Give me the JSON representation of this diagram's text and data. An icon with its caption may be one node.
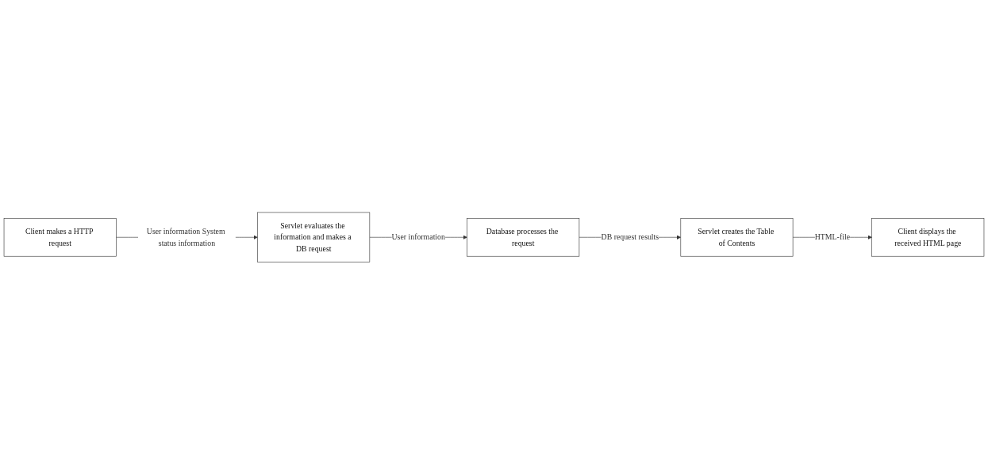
{
  "diagram": {
    "nodes": [
      {
        "text": [
          "Client makes a HTTP request"
        ]
      },
      {
        "text": [
          "Servlet evaluates the information and makes a DB request"
        ]
      },
      {
        "text": [
          "Database processes the request"
        ]
      },
      {
        "text": [
          "Servlet creates the Table of Contents"
        ]
      },
      {
        "text": [
          "Client displays the received HTML page"
        ]
      }
    ],
    "edges": [
      {
        "from": 0,
        "to": 1,
        "arrow": "to",
        "label": "User information System status information"
      },
      {
        "from": 1,
        "to": 2,
        "arrow": "to",
        "label": "User information"
      },
      {
        "from": 2,
        "to": 3,
        "arrow": "to",
        "label": "DB request results"
      },
      {
        "from": 3,
        "to": 4,
        "arrow": "to",
        "label": "HTML-file"
      }
    ]
  }
}
